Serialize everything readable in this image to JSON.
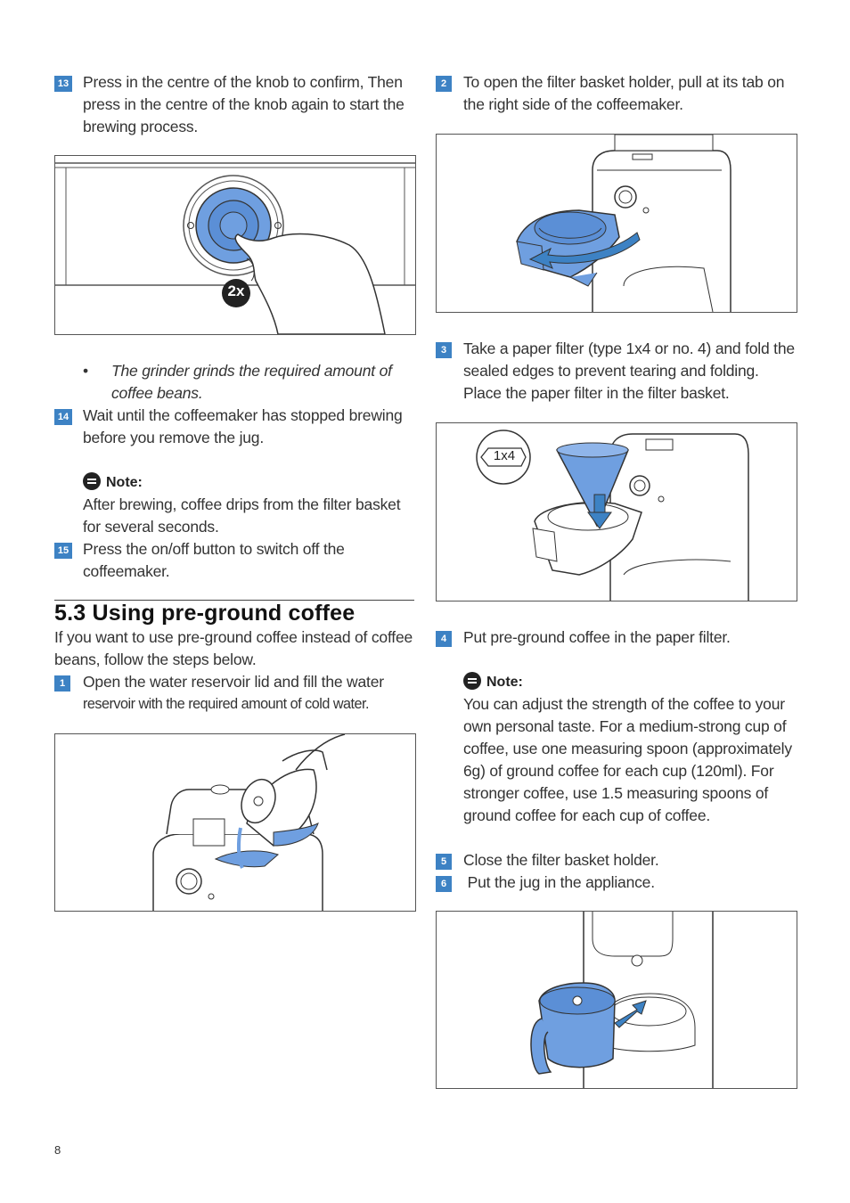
{
  "left": {
    "step13": {
      "num": "13",
      "text": "Press in the centre of the knob to confirm, Then press in the centre of the knob again to start the brewing process."
    },
    "fig1_label": "2x",
    "bullet": "The grinder grinds the required amount of coffee beans.",
    "step14": {
      "num": "14",
      "text": "Wait until the coffeemaker has stopped brewing before you remove the jug."
    },
    "note1": {
      "head": "Note:",
      "text": "After brewing, coffee drips from the filter basket for several seconds."
    },
    "step15": {
      "num": "15",
      "text": "Press the on/off button to switch off the coffeemaker."
    },
    "section": {
      "heading": "5.3  Using pre-ground coffee",
      "intro": "If you want to use pre-ground coffee instead of coffee beans, follow the steps below."
    },
    "step1": {
      "num": "1",
      "text1": "Open the water reservoir lid and fill the water",
      "text2": "reservoir with the required amount of cold water."
    }
  },
  "right": {
    "step2": {
      "num": "2",
      "text": "To open the filter basket holder, pull at its tab on the right side of the coffeemaker."
    },
    "step3": {
      "num": "3",
      "text": "Take a paper filter (type 1x4 or no. 4) and fold the sealed edges to prevent tearing and folding. Place the paper filter in the filter basket."
    },
    "fig3_label": "1x4",
    "step4": {
      "num": "4",
      "text": "Put pre-ground coffee in the paper filter."
    },
    "note2": {
      "head": "Note:",
      "text": "You can adjust the strength of the coffee to your own personal taste. For a medium-strong cup of coffee, use one measuring spoon (approximately 6g) of ground coffee for each cup (120ml). For stronger coffee, use 1.5 measuring spoons of ground coffee for each cup of coffee."
    },
    "step5": {
      "num": "5",
      "text": "Close the filter basket holder."
    },
    "step6": {
      "num": "6",
      "text": " Put the jug in the appliance."
    }
  },
  "page_number": "8",
  "colors": {
    "accent": "#3d82c4",
    "illustration_blue": "#6f9fe0"
  }
}
